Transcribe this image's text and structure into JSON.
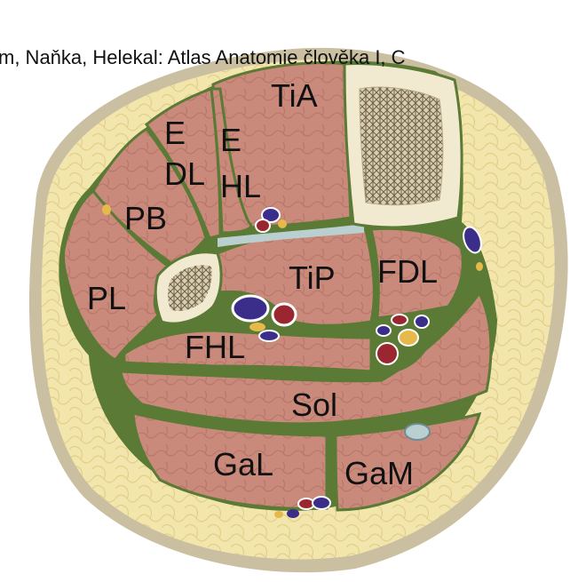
{
  "caption": "m, Naňka, Helekal: Atlas Anatomie člověka I, C",
  "labels": {
    "tia": "TiA",
    "e1": "E",
    "dl": "DL",
    "e2": "E",
    "hl": "HL",
    "pb": "PB",
    "pl": "PL",
    "tip": "TiP",
    "fdl": "FDL",
    "fhl": "FHL",
    "sol": "Sol",
    "gal": "GaL",
    "gam": "GaM"
  },
  "colors": {
    "skin": "#cbbfa2",
    "fat": "#f3e6ad",
    "fascia": "#5a7a35",
    "muscle": "#c98a7c",
    "bone": "#f1ead0",
    "marrow": "#8a7a60",
    "membrane": "#b9cfd0",
    "vein": "#3a2e8a",
    "artery": "#9a2730",
    "nerve": "#e7b94a"
  }
}
